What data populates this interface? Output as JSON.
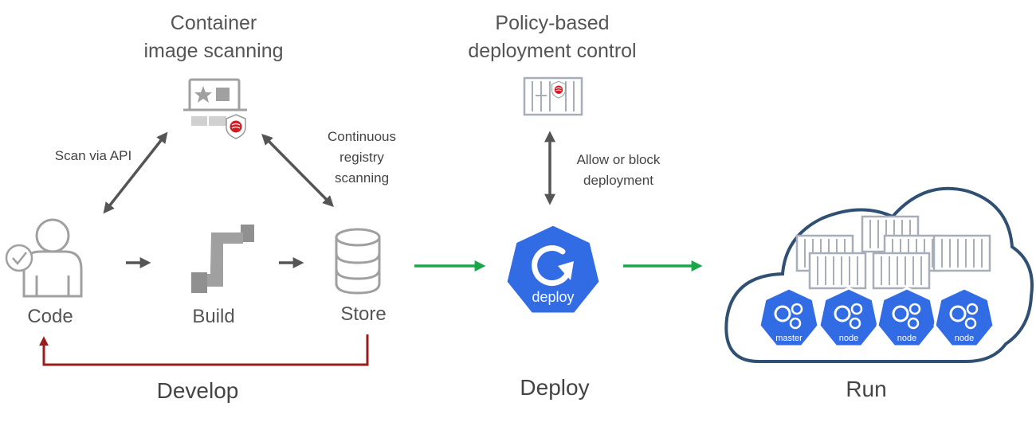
{
  "scanning": {
    "title_line1": "Container",
    "title_line2": "image scanning"
  },
  "policy": {
    "title_line1": "Policy-based",
    "title_line2": "deployment control"
  },
  "edges": {
    "scan_api": "Scan via API",
    "continuous_line1": "Continuous",
    "continuous_line2": "registry",
    "continuous_line3": "scanning",
    "allow_line1": "Allow or block",
    "allow_line2": "deployment"
  },
  "stages": {
    "code": "Code",
    "build": "Build",
    "store": "Store"
  },
  "deploy_icon_label": "deploy",
  "phases": {
    "develop": "Develop",
    "deploy": "Deploy",
    "run": "Run"
  },
  "cluster_nodes": [
    {
      "label": "master"
    },
    {
      "label": "node"
    },
    {
      "label": "node"
    },
    {
      "label": "node"
    }
  ],
  "colors": {
    "text": "#555555",
    "icon_gray": "#a0a0a0",
    "arrow_dark": "#555555",
    "arrow_green": "#1aa64a",
    "arrow_red": "#9b1c1c",
    "k8s_blue": "#326ce5",
    "cloud_stroke": "#2f4f73",
    "trend_red": "#d71920"
  }
}
